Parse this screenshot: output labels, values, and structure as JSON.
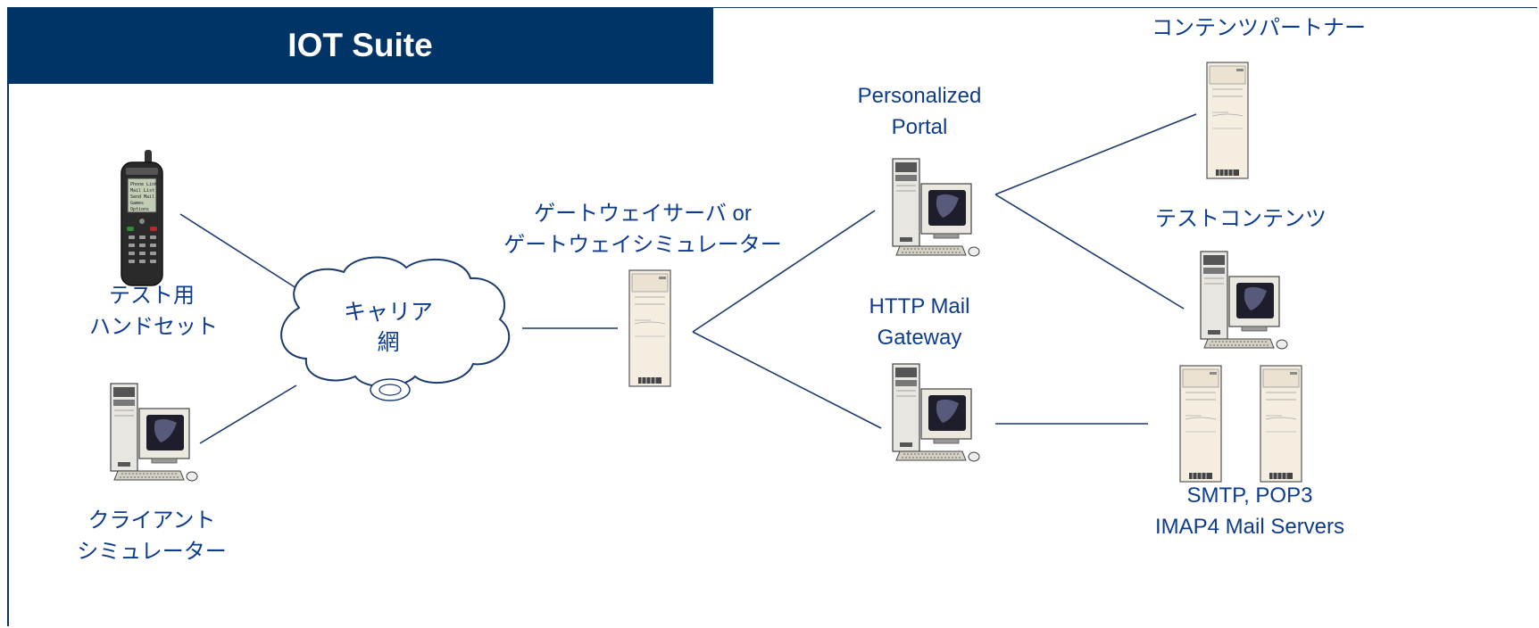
{
  "header": {
    "title": "IOT Suite"
  },
  "nodes": {
    "handset": {
      "line1": "テスト用",
      "line2": "ハンドセット"
    },
    "client_sim": {
      "line1": "クライアント",
      "line2": "シミュレーター"
    },
    "carrier": {
      "line1": "キャリア",
      "line2": "網"
    },
    "gateway": {
      "line1": "ゲートウェイサーバ or",
      "line2": "ゲートウェイシミュレーター"
    },
    "portal": {
      "line1": "Personalized",
      "line2": "Portal"
    },
    "http_mail": {
      "line1": "HTTP Mail",
      "line2": "Gateway"
    },
    "content_partner": {
      "line1": "コンテンツパートナー"
    },
    "test_content": {
      "line1": "テストコンテンツ"
    },
    "mail_servers": {
      "line1": "SMTP, POP3",
      "line2": "IMAP4 Mail Servers"
    }
  },
  "phone_screen": {
    "lines": [
      "Phone Link",
      "Mail List",
      "Send Mail",
      "Games",
      "Options"
    ]
  },
  "colors": {
    "header_bg": "#003366",
    "label": "#0d3c8c",
    "line": "#1a3a6e"
  }
}
